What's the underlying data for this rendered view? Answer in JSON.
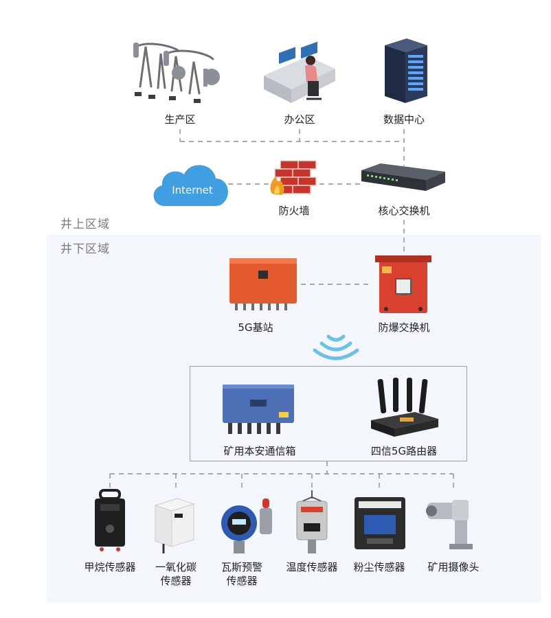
{
  "zones": {
    "above": "井上区域",
    "below": "井下区域"
  },
  "surface": {
    "production": "生产区",
    "office": "办公区",
    "datacenter": "数据中心",
    "internet": "Internet",
    "firewall": "防火墙",
    "core_switch": "核心交换机"
  },
  "underground": {
    "base_station": "5G基站",
    "explosion_switch": "防爆交换机",
    "mine_box": "矿用本安通信箱",
    "router": "四信5G路由器"
  },
  "sensors": [
    {
      "line1": "甲烷传感器",
      "line2": ""
    },
    {
      "line1": "一氧化碳",
      "line2": "传感器"
    },
    {
      "line1": "瓦斯预警",
      "line2": "传感器"
    },
    {
      "line1": "温度传感器",
      "line2": ""
    },
    {
      "line1": "粉尘传感器",
      "line2": ""
    },
    {
      "line1": "矿用摄像头",
      "line2": ""
    }
  ],
  "colors": {
    "cloud": "#3f9fe0",
    "firewall": "#c8342a",
    "explosion_red": "#d9402e",
    "mine_box_blue": "#4d6fb6",
    "wifi": "#6cc0e6"
  }
}
